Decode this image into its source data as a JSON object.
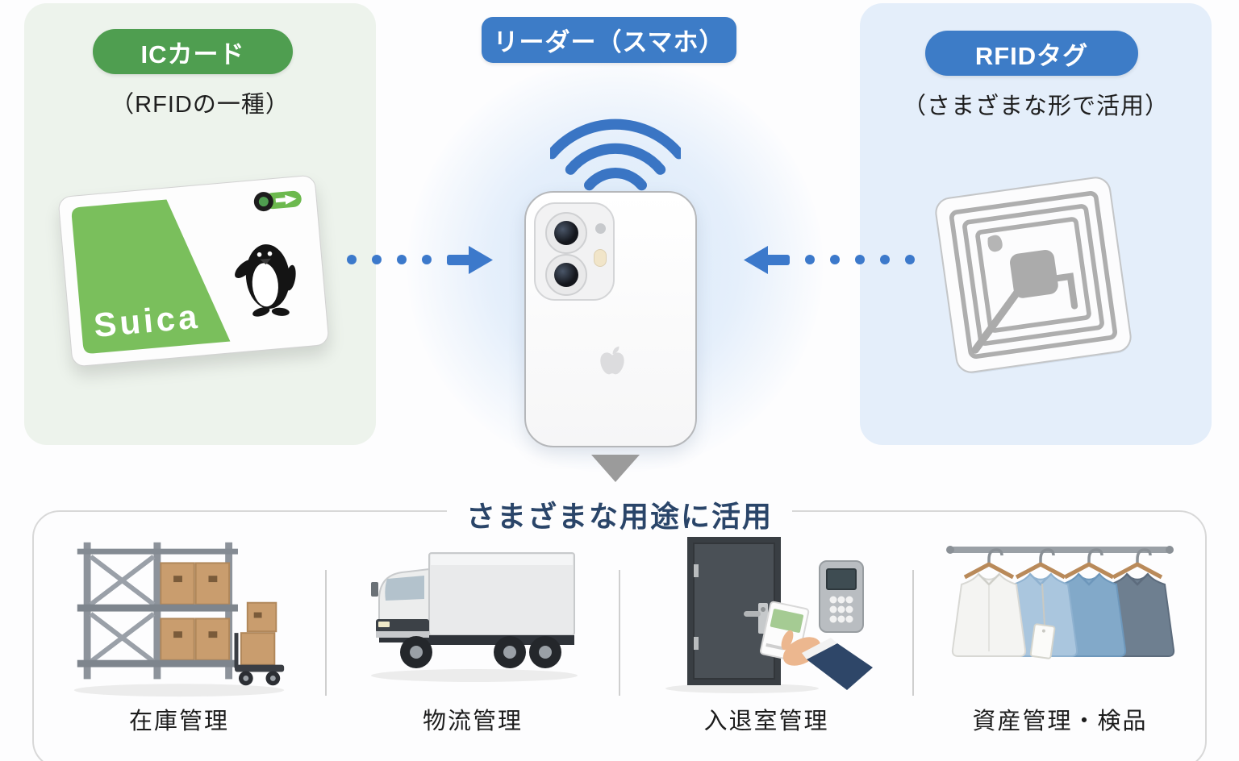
{
  "diagram": {
    "left_panel": {
      "badge": "ICカード",
      "note": "（RFIDの一種）",
      "card_brand": "Suica"
    },
    "center": {
      "badge": "リーダー（スマホ）"
    },
    "right_panel": {
      "badge": "RFIDタグ",
      "note": "（さまざまな形で活用）"
    },
    "bottom": {
      "heading": "さまざまな用途に活用",
      "uses": [
        {
          "label": "在庫管理",
          "icon": "warehouse-shelf-illustration"
        },
        {
          "label": "物流管理",
          "icon": "truck-illustration"
        },
        {
          "label": "入退室管理",
          "icon": "door-access-illustration"
        },
        {
          "label": "資産管理・検品",
          "icon": "clothes-rack-illustration"
        }
      ]
    },
    "icons": {
      "wifi": "wifi-signal-icon",
      "phone": "smartphone-reader",
      "apple": "apple-logo-icon",
      "triangle": "down-triangle-icon",
      "arrow_left": "dotted-arrow-right-icon",
      "arrow_right": "dotted-arrow-left-icon",
      "penguin": "penguin-mascot-icon",
      "tag": "rfid-coil-tag"
    },
    "colors": {
      "accent_green": "#4f9e50",
      "accent_blue": "#3d7cc7",
      "panel_green": "#edf3ec",
      "panel_blue": "#e4eefa",
      "arrow_blue": "#3c79cb",
      "heading_navy": "#2a4569",
      "suica_green": "#7abf5c",
      "triangle_gray": "#9b9b9b"
    }
  }
}
